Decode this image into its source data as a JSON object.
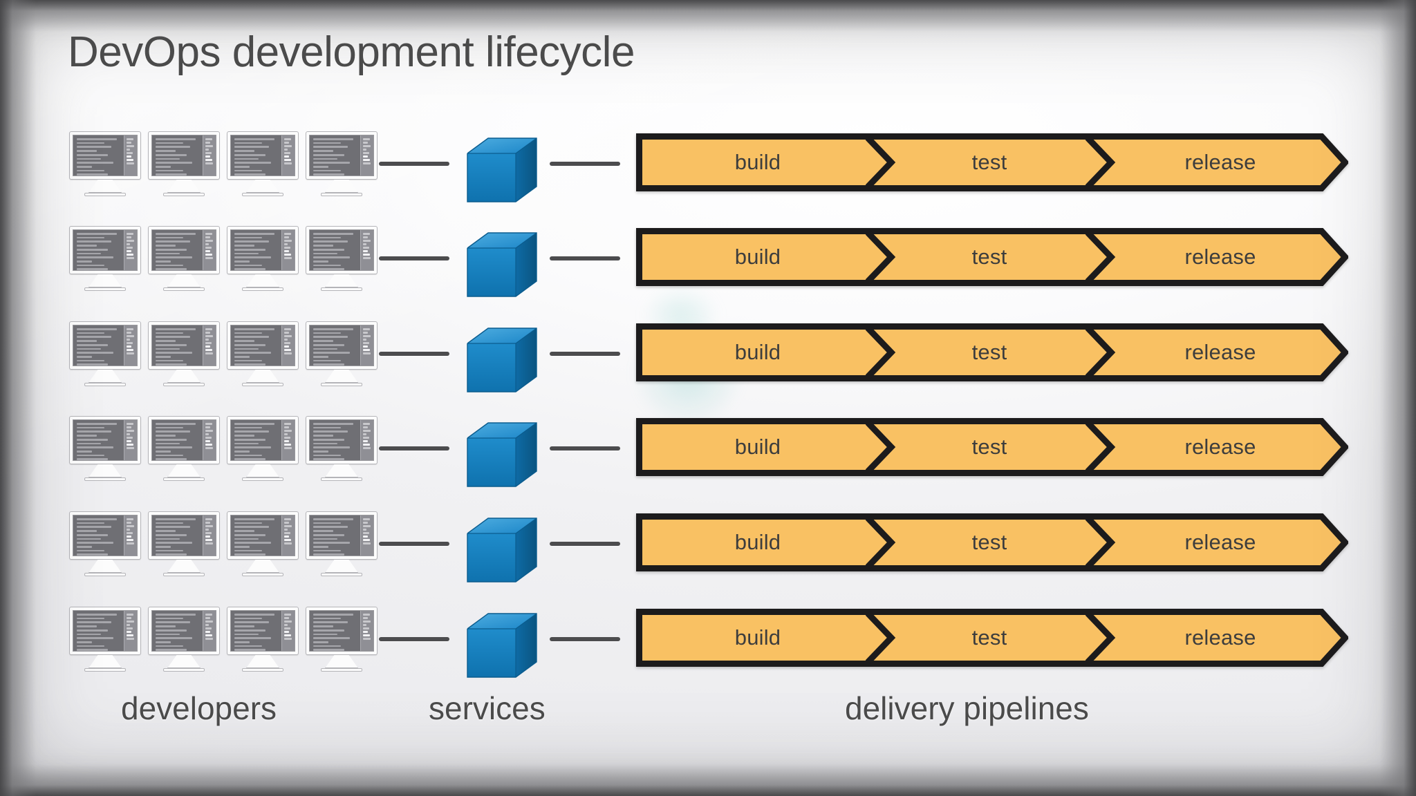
{
  "title": "DevOps development lifecycle",
  "captions": {
    "developers": "developers",
    "services": "services",
    "pipelines": "delivery pipelines"
  },
  "icons": {
    "monitor": "desktop-monitor-icon",
    "cube": "service-cube-icon",
    "connector": "connector-line",
    "chevron": "chevron-divider-icon",
    "arrow_tip": "arrow-tip-icon"
  },
  "colors": {
    "pipeline_fill": "#F9C163",
    "pipeline_stroke": "#1C1B1C",
    "cube_front": "#1681C4",
    "cube_top": "#2F9AD6",
    "cube_side": "#0E5E93",
    "text": "#4B4B4B",
    "connector": "#4C4C4E",
    "background": "#EFEFF1"
  },
  "layout": {
    "row_count": 6,
    "monitors_per_row": 4,
    "stages_per_pipeline": 3
  },
  "pipeline_stages": [
    "build",
    "test",
    "release"
  ],
  "rows": [
    {
      "id": "row-1",
      "stages": [
        "build",
        "test",
        "release"
      ]
    },
    {
      "id": "row-2",
      "stages": [
        "build",
        "test",
        "release"
      ]
    },
    {
      "id": "row-3",
      "stages": [
        "build",
        "test",
        "release"
      ]
    },
    {
      "id": "row-4",
      "stages": [
        "build",
        "test",
        "release"
      ]
    },
    {
      "id": "row-5",
      "stages": [
        "build",
        "test",
        "release"
      ]
    },
    {
      "id": "row-6",
      "stages": [
        "build",
        "test",
        "release"
      ]
    }
  ]
}
